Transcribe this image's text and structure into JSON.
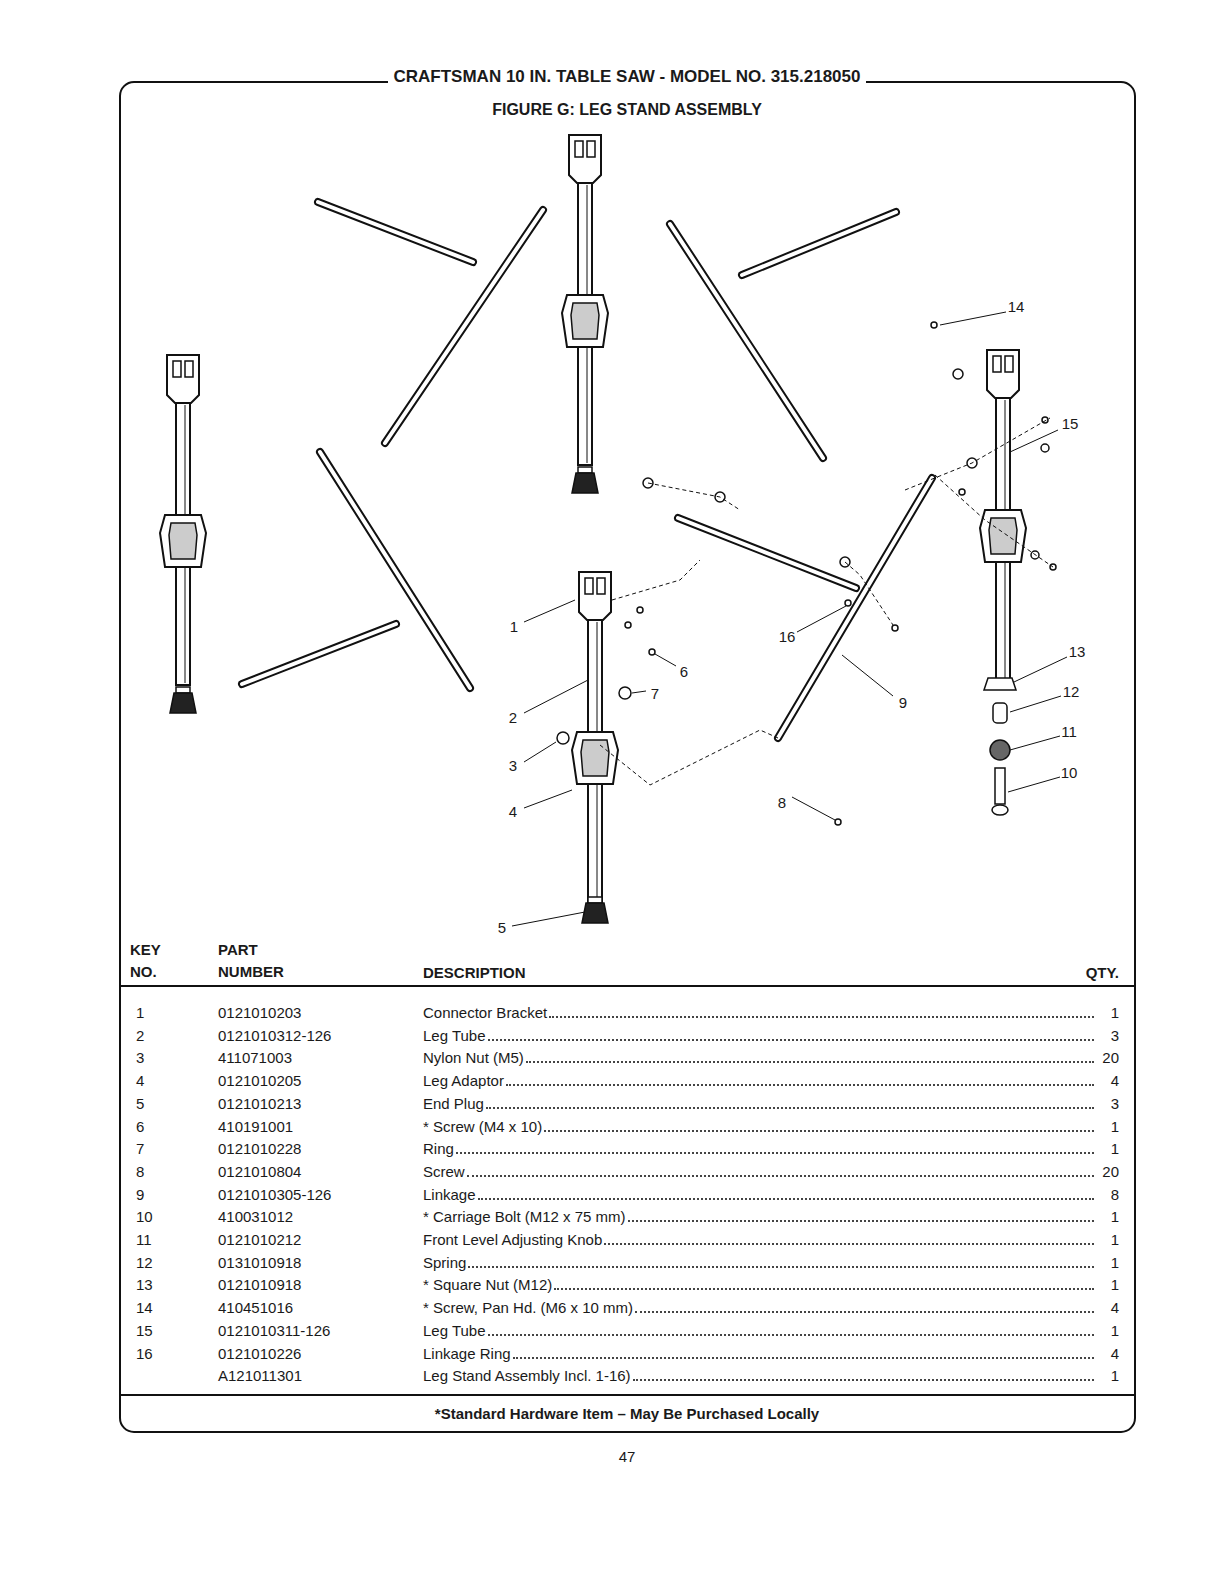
{
  "diagram": {
    "title": "CRAFTSMAN 10 IN. TABLE SAW - MODEL NO. 315.218050",
    "labels": [
      "FIGURE G: LEG STAND ASSEMBLY",
      "14",
      "15",
      "1",
      "16",
      "13",
      "12",
      "6",
      "7",
      "9",
      "11",
      "2",
      "10",
      "3",
      "4",
      "8",
      "5",
      "KEY NO.",
      "PART NUMBER",
      "DESCRIPTION",
      "QTY.",
      "1",
      "0121010203",
      "Connector Bracket",
      "1",
      "2",
      "0121010312-126",
      "Leg Tube",
      "3",
      "3",
      "411071003",
      "Nylon Nut (M5)",
      "20",
      "4",
      "0121010205",
      "Leg Adaptor",
      "4",
      "5",
      "0121010213",
      "End Plug",
      "3",
      "6",
      "410191001",
      "* Screw (M4 x 10)",
      "1",
      "7",
      "0121010228",
      "Ring",
      "1",
      "8",
      "0121010804",
      "Screw",
      "20",
      "9",
      "0121010305-126",
      "Linkage",
      "8",
      "10",
      "410031012",
      "* Carriage Bolt (M12 x 75 mm)",
      "1",
      "11",
      "0121010212",
      "Front Level Adjusting Knob",
      "1",
      "12",
      "0131010918",
      "Spring",
      "1",
      "13",
      "0121010918",
      "* Square Nut (M12)",
      "1",
      "14",
      "410451016",
      "* Screw, Pan Hd. (M6 x 10 mm)",
      "4",
      "15",
      "0121010311-126",
      "Leg Tube",
      "1",
      "16",
      "0121010226",
      "Linkage Ring",
      "4",
      "A121011301",
      "Leg Stand Assembly Incl. 1-16)",
      "1",
      "*Standard Hardware Item – May Be Purchased Locally",
      "47"
    ]
  }
}
